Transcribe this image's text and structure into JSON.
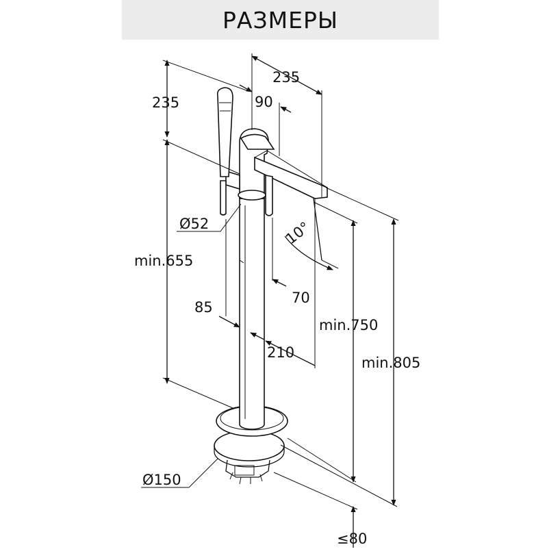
{
  "header": {
    "title": "РАЗМЕРЫ"
  },
  "dimensions": {
    "d235_left": "235",
    "d235_top": "235",
    "d90": "90",
    "d52": "Ø52",
    "angle10": "10°",
    "min655": "min.655",
    "d70": "70",
    "d85": "85",
    "min750": "min.750",
    "d210": "210",
    "min805": "min.805",
    "d150": "Ø150",
    "le80": "≤80"
  },
  "colors": {
    "line": "#111111",
    "header_bg": "#ececec"
  }
}
